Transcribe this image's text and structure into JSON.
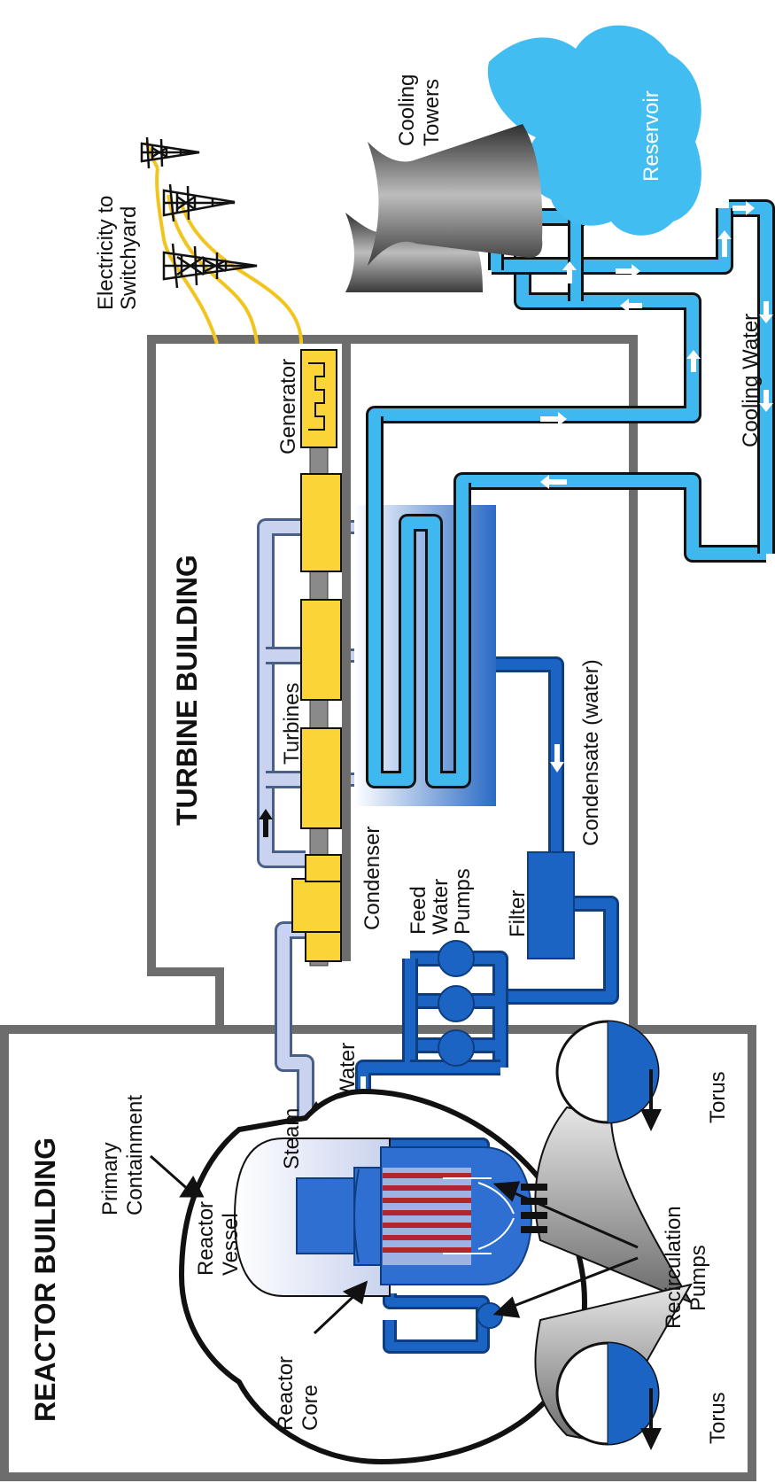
{
  "colors": {
    "building_wall": "#6d6d6d",
    "steam_pipe": "#c9d2ee",
    "water_pipe": "#1c64c4",
    "cooling_water": "#3fb7ef",
    "turbine": "#fbd437",
    "control_rods": "#b3262e",
    "reservoir": "#42bdf2",
    "power_lines": "#f2c51e"
  },
  "icons": {
    "arrow": "arrow-icon",
    "transmission_tower": "transmission-tower-icon",
    "cooling_tower": "cooling-tower-icon",
    "pump": "pump-icon"
  },
  "labels": {
    "reactor_building": "REACTOR BUILDING",
    "turbine_building": "TURBINE BUILDING",
    "primary_containment": [
      "Primary",
      "Containment"
    ],
    "reactor_vessel": [
      "Reactor",
      "Vessel"
    ],
    "reactor_core": [
      "Reactor",
      "Core"
    ],
    "steam": "Steam",
    "water": "Water",
    "torus": "Torus",
    "recirculation_pumps": [
      "Recirculation",
      "Pumps"
    ],
    "feed_water_pumps": [
      "Feed",
      "Water",
      "Pumps"
    ],
    "filter": "Filter",
    "condenser": "Condenser",
    "condensate": "Condensate (water)",
    "turbines": "Turbines",
    "generator": "Generator",
    "electricity": [
      "Electricity to",
      "Switchyard"
    ],
    "cooling_towers": [
      "Cooling",
      "Towers"
    ],
    "reservoir": "Reservoir",
    "cooling_water": "Cooling Water"
  }
}
